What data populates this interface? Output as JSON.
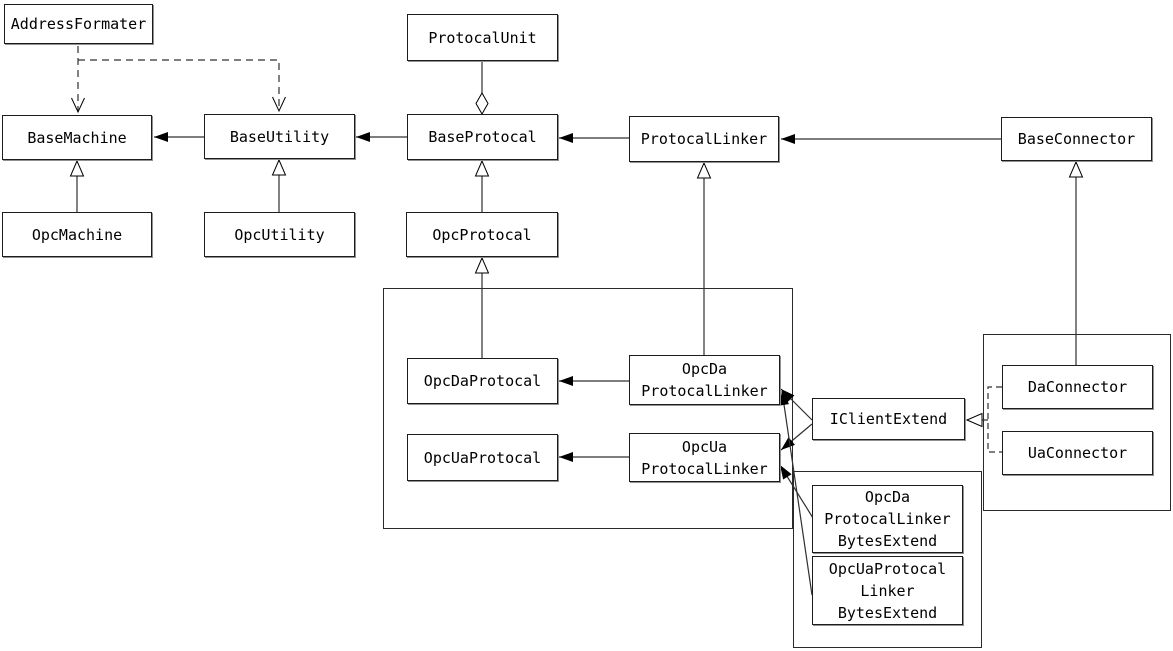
{
  "diagram": {
    "type": "uml-class-diagram",
    "nodes": {
      "address_formater": {
        "label": "AddressFormater"
      },
      "protocal_unit": {
        "label": "ProtocalUnit"
      },
      "base_machine": {
        "label": "BaseMachine"
      },
      "base_utility": {
        "label": "BaseUtility"
      },
      "base_protocal": {
        "label": "BaseProtocal"
      },
      "protocal_linker": {
        "label": "ProtocalLinker"
      },
      "base_connector": {
        "label": "BaseConnector"
      },
      "opc_machine": {
        "label": "OpcMachine"
      },
      "opc_utility": {
        "label": "OpcUtility"
      },
      "opc_protocal": {
        "label": "OpcProtocal"
      },
      "opc_da_protocal": {
        "label": "OpcDaProtocal"
      },
      "opc_ua_protocal": {
        "label": "OpcUaProtocal"
      },
      "opc_da_protocal_linker": {
        "line1": "OpcDa",
        "line2": "ProtocalLinker"
      },
      "opc_ua_protocal_linker": {
        "line1": "OpcUa",
        "line2": "ProtocalLinker"
      },
      "i_client_extend": {
        "label": "IClientExtend"
      },
      "da_connector": {
        "label": "DaConnector"
      },
      "ua_connector": {
        "label": "UaConnector"
      },
      "opc_da_protocal_linker_bytes_extend": {
        "line1": "OpcDa",
        "line2": "ProtocalLinker",
        "line3": "BytesExtend"
      },
      "opc_ua_protocal_linker_bytes_extend": {
        "line1": "OpcUaProtocal",
        "line2": "Linker",
        "line3": "BytesExtend"
      }
    },
    "relations": [
      {
        "from": "OpcMachine",
        "to": "BaseMachine",
        "type": "inheritance"
      },
      {
        "from": "OpcUtility",
        "to": "BaseUtility",
        "type": "inheritance"
      },
      {
        "from": "OpcProtocal",
        "to": "BaseProtocal",
        "type": "inheritance"
      },
      {
        "from": "OpcDaProtocal",
        "to": "OpcProtocal",
        "type": "inheritance"
      },
      {
        "from": "OpcDaProtocalLinker",
        "to": "ProtocalLinker",
        "type": "inheritance"
      },
      {
        "from": "DaConnector",
        "to": "BaseConnector",
        "type": "inheritance"
      },
      {
        "from": "ProtocalUnit",
        "to": "BaseProtocal",
        "type": "aggregation"
      },
      {
        "from": "AddressFormater",
        "to": "BaseMachine",
        "type": "dependency"
      },
      {
        "from": "AddressFormater",
        "to": "BaseUtility",
        "type": "dependency"
      },
      {
        "from": "BaseUtility",
        "to": "BaseMachine",
        "type": "association"
      },
      {
        "from": "BaseProtocal",
        "to": "BaseUtility",
        "type": "association"
      },
      {
        "from": "ProtocalLinker",
        "to": "BaseProtocal",
        "type": "association"
      },
      {
        "from": "BaseConnector",
        "to": "ProtocalLinker",
        "type": "association"
      },
      {
        "from": "OpcDaProtocalLinker",
        "to": "OpcDaProtocal",
        "type": "association"
      },
      {
        "from": "OpcUaProtocalLinker",
        "to": "OpcUaProtocal",
        "type": "association"
      },
      {
        "from": "IClientExtend",
        "to": "OpcDaProtocalLinker",
        "type": "association"
      },
      {
        "from": "IClientExtend",
        "to": "OpcUaProtocalLinker",
        "type": "association"
      },
      {
        "from": "OpcDaProtocalLinkerBytesExtend",
        "to": "OpcUaProtocalLinker",
        "type": "association"
      },
      {
        "from": "OpcUaProtocalLinkerBytesExtend",
        "to": "OpcDaProtocalLinker",
        "type": "association"
      },
      {
        "from": "DaConnector",
        "to": "IClientExtend",
        "type": "realization"
      },
      {
        "from": "UaConnector",
        "to": "IClientExtend",
        "type": "realization"
      }
    ],
    "colors": {
      "background": "#ffffff",
      "box_fill": "#ffffff",
      "box_border": "#000000",
      "line": "#303030"
    }
  }
}
